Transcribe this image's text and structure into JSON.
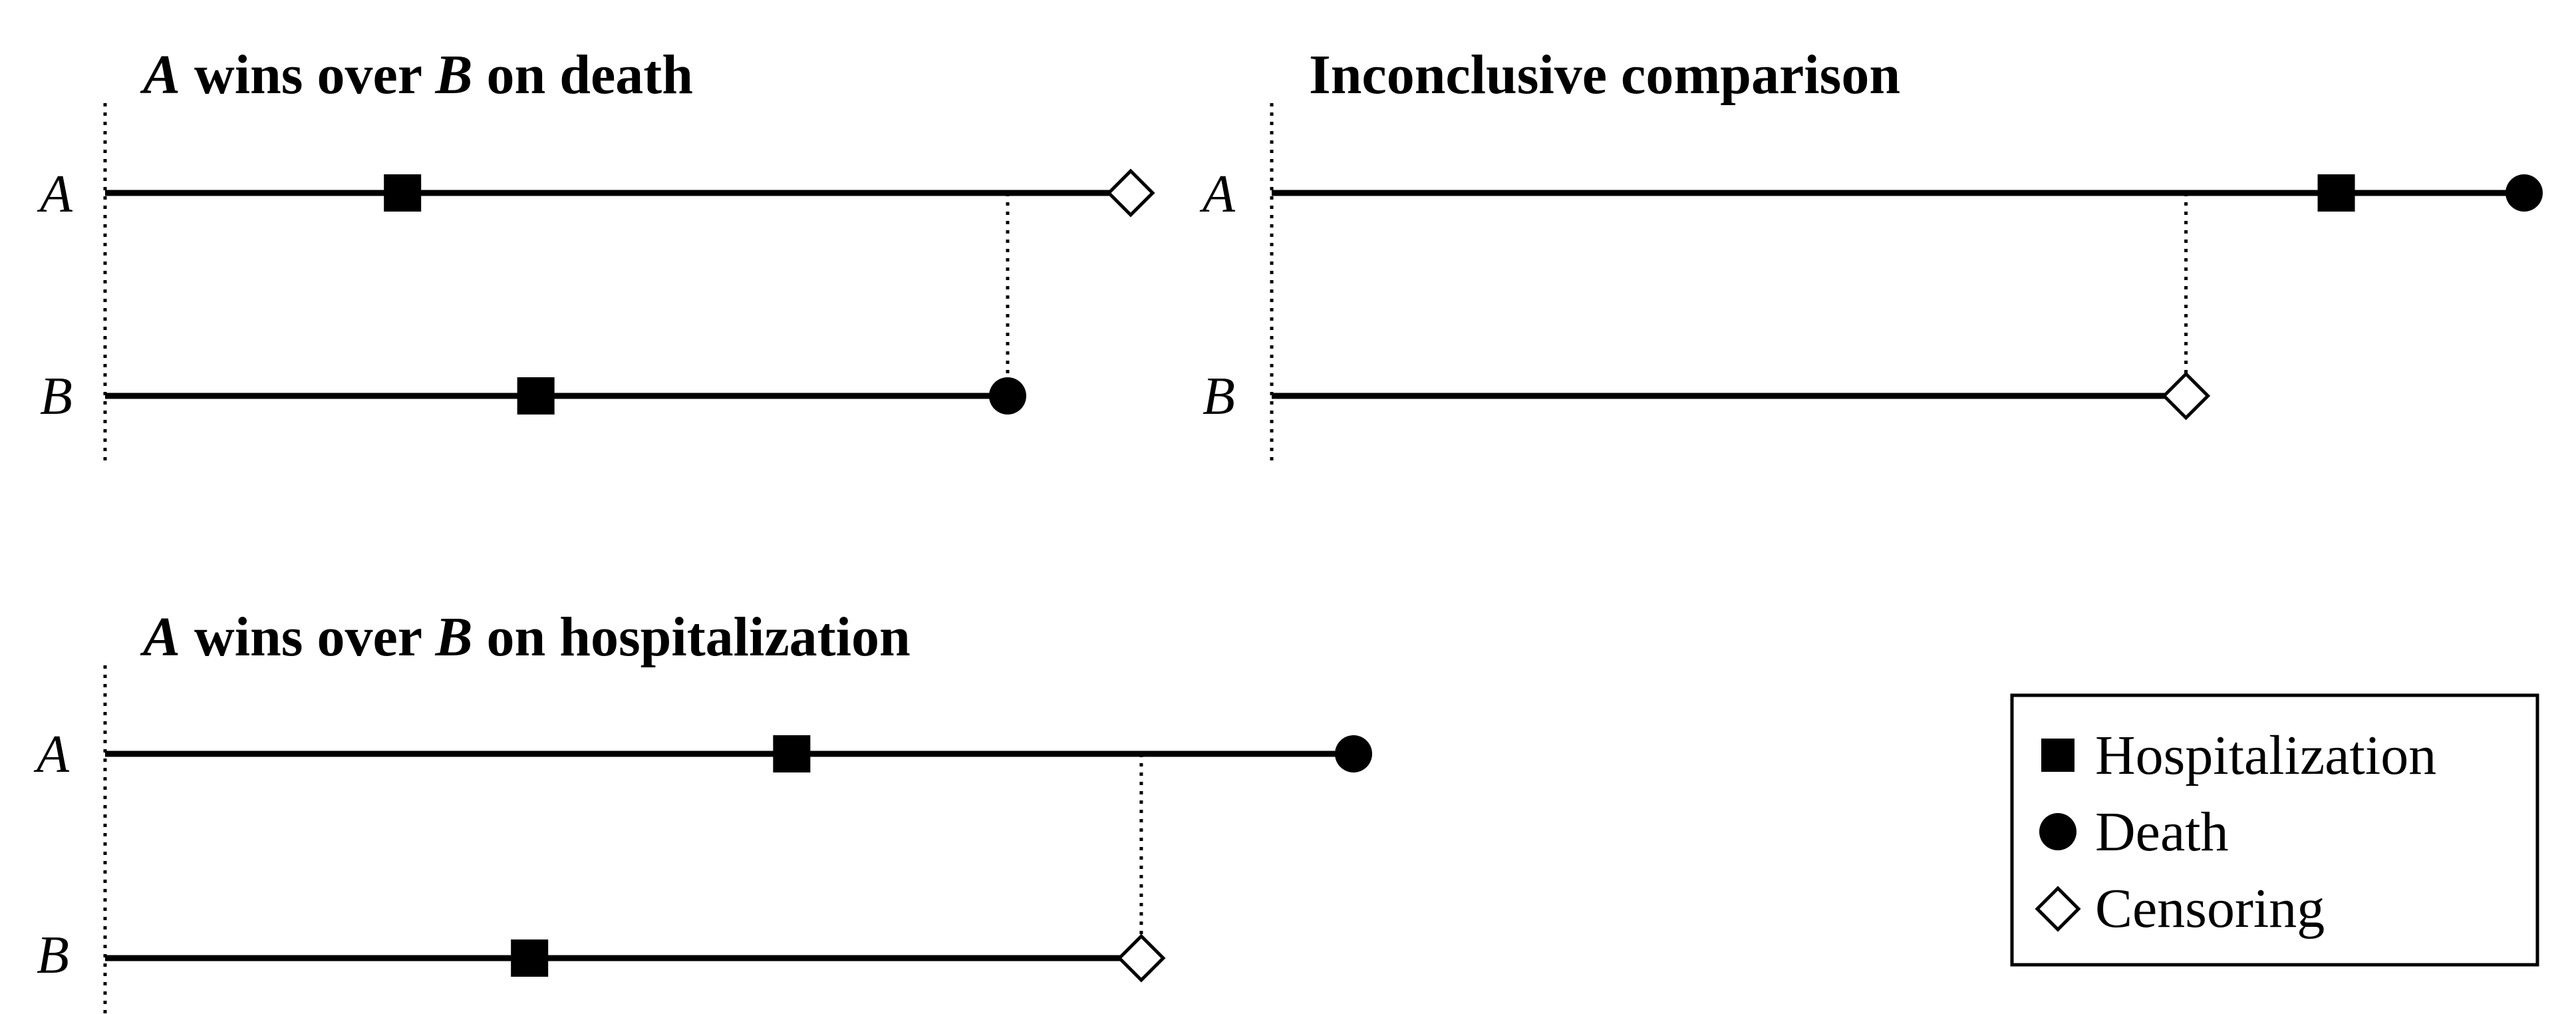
{
  "panels": [
    {
      "id": "death",
      "title": {
        "prefix": "A",
        "middle": " wins over ",
        "b": "B",
        "suffix": " on death"
      },
      "rows": [
        {
          "label": "A",
          "events": [
            {
              "type": "hospitalization",
              "t": 0.29
            },
            {
              "type": "censoring",
              "t": 1.0
            }
          ]
        },
        {
          "label": "B",
          "events": [
            {
              "type": "hospitalization",
              "t": 0.42
            },
            {
              "type": "death",
              "t": 0.88
            }
          ]
        }
      ],
      "compare_t": 0.88
    },
    {
      "id": "inconclusive",
      "title": {
        "prefix": "",
        "middle": "Inconclusive comparison",
        "b": "",
        "suffix": ""
      },
      "rows": [
        {
          "label": "A",
          "events": [
            {
              "type": "hospitalization",
              "t": 0.85
            },
            {
              "type": "death",
              "t": 1.0
            }
          ]
        },
        {
          "label": "B",
          "events": [
            {
              "type": "censoring",
              "t": 0.73
            }
          ]
        }
      ],
      "compare_t": 0.73
    },
    {
      "id": "hospitalization",
      "title": {
        "prefix": "A",
        "middle": " wins over ",
        "b": "B",
        "suffix": " on hospitalization"
      },
      "rows": [
        {
          "label": "A",
          "events": [
            {
              "type": "hospitalization",
              "t": 0.55
            },
            {
              "type": "death",
              "t": 1.0
            }
          ]
        },
        {
          "label": "B",
          "events": [
            {
              "type": "hospitalization",
              "t": 0.34
            },
            {
              "type": "censoring",
              "t": 0.83
            }
          ]
        }
      ],
      "compare_t": 0.83
    }
  ],
  "legend": {
    "items": [
      {
        "symbol": "hospitalization",
        "label": "Hospitalization"
      },
      {
        "symbol": "death",
        "label": "Death"
      },
      {
        "symbol": "censoring",
        "label": "Censoring"
      }
    ]
  }
}
